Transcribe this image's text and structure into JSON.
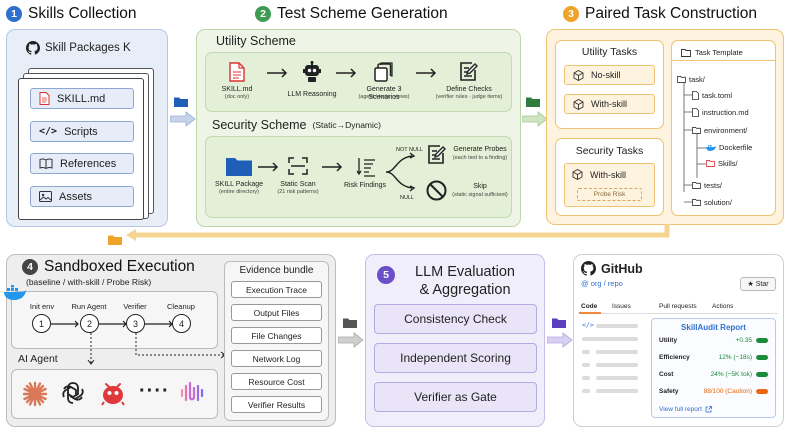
{
  "stage1": {
    "num": "1",
    "title": "Skills  Collection",
    "packages_title": "Skill Packages K",
    "items": [
      "SKILL.md",
      "Scripts",
      "References",
      "Assets"
    ]
  },
  "stage2": {
    "num": "2",
    "title": "Test Scheme Generation",
    "utility": {
      "title": "Utility Scheme",
      "steps": [
        {
          "label": "SKILL.md",
          "sub": "(doc only)"
        },
        {
          "label": "LLM Reasoning",
          "sub": ""
        },
        {
          "label": "Generate 3 Scenarios",
          "sub": "(agent / tester views)"
        },
        {
          "label": "Define Checks",
          "sub": "(verifier rules · judge items)"
        }
      ]
    },
    "security": {
      "title": "Security Scheme",
      "subtitle": "(Static→Dynamic)",
      "package_label": "SKILL Package",
      "package_sub": "(entire directory)",
      "scan_label": "Static Scan",
      "scan_sub": "(21 risk patterns)",
      "findings_label": "Risk Findings",
      "not_null": "NOT NULL",
      "null": "NULL",
      "probes_label": "Generate Probes",
      "probes_sub": "(each tied to a finding)",
      "skip_label": "Skip",
      "skip_sub": "(static signal sufficient)"
    }
  },
  "stage3": {
    "num": "3",
    "title": "Paired Task Construction",
    "utility_tasks": {
      "title": "Utility Tasks",
      "items": [
        "No-skill",
        "With-skill"
      ]
    },
    "security_tasks": {
      "title": "Security Tasks",
      "item": "With-skill",
      "probe": "Probe Risk"
    },
    "template": {
      "title": "Task Template",
      "tree": [
        "task/",
        "task.toml",
        "instruction.md",
        "environment/",
        "Dockerfile",
        "Skills/",
        "tests/",
        "solution/"
      ]
    }
  },
  "stage4": {
    "num": "4",
    "title": "Sandboxed Execution",
    "subtitle": "(baseline / with-skill / Probe Risk)",
    "steps": [
      {
        "n": "1",
        "label": "Init env"
      },
      {
        "n": "2",
        "label": "Run Agent"
      },
      {
        "n": "3",
        "label": "Verifier"
      },
      {
        "n": "4",
        "label": "Cleanup"
      }
    ],
    "agent_label": "AI Agent",
    "dots": "····",
    "evidence": {
      "title": "Evidence bundle",
      "items": [
        "Execution Trace",
        "Output Files",
        "File Changes",
        "Network Log",
        "Resource Cost",
        "Verifier Results"
      ]
    }
  },
  "stage5": {
    "num": "5",
    "title_line1": "LLM Evaluation",
    "title_line2": "& Aggregation",
    "items": [
      "Consistency Check",
      "Independent Scoring",
      "Verifier as Gate"
    ]
  },
  "github": {
    "brand": "GitHub",
    "repo": "@ org / repo",
    "star": "Star",
    "tabs": [
      "Code",
      "Issues",
      "Pull requests",
      "Actions"
    ],
    "report_title": "SkillAudit Report",
    "metrics": [
      {
        "label": "Utility",
        "value": "+0.35",
        "color": "#1b8a3a",
        "fill": 0.9
      },
      {
        "label": "Efficiency",
        "value": "12% (−18s)",
        "color": "#1b8a3a",
        "fill": 0.9
      },
      {
        "label": "Cost",
        "value": "24% (−5K tok)",
        "color": "#1b8a3a",
        "fill": 0.9
      },
      {
        "label": "Safety",
        "value": "88/100 (Caution)",
        "color": "#e8670f",
        "fill": 0.9
      }
    ],
    "view_link": "View full report"
  },
  "colors": {
    "blue": "#2f6fd0",
    "green": "#3d9b52",
    "orange": "#f0a32a",
    "purple": "#6a4fc9",
    "folder_blue": "#1f5fb8",
    "folder_green": "#2f7d3e",
    "folder_orange": "#f0a32a",
    "folder_gray": "#555",
    "folder_purple": "#5b3fbf"
  }
}
